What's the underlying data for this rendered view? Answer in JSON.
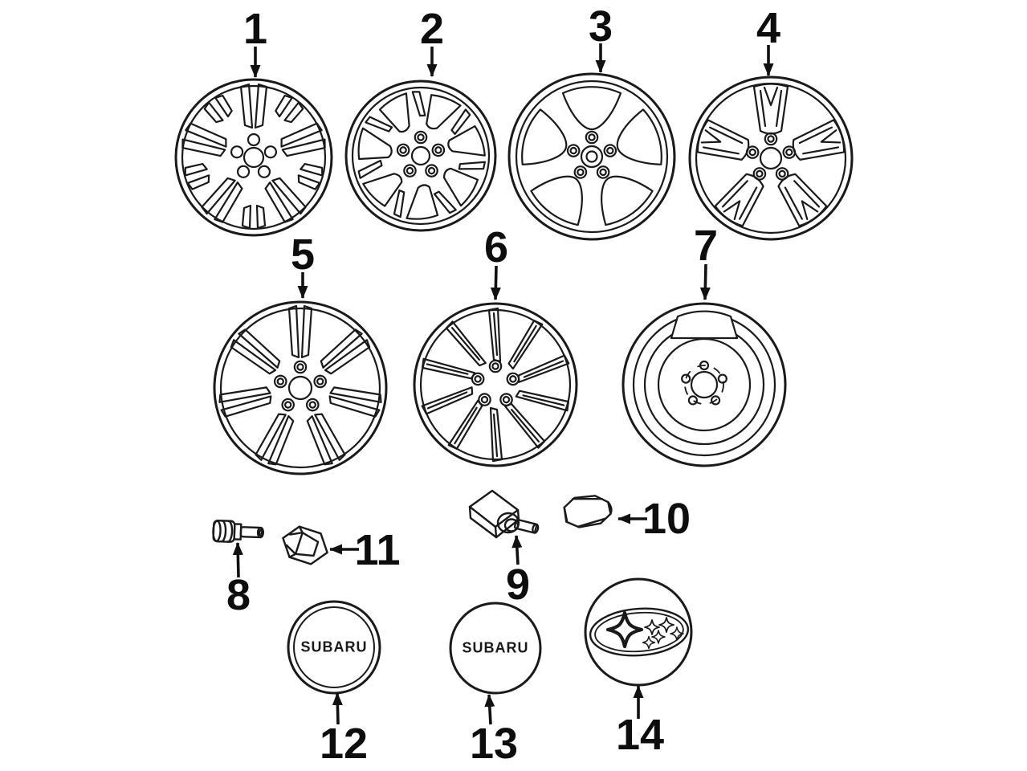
{
  "colors": {
    "line": "#1a1a1a",
    "background": "#ffffff",
    "label_text": "#0d0d0d"
  },
  "callout_numbers": [
    "1",
    "2",
    "3",
    "4",
    "5",
    "6",
    "7",
    "8",
    "9",
    "10",
    "11",
    "12",
    "13",
    "14"
  ],
  "caps": {
    "cap12_text": "SUBARU",
    "cap13_text": "SUBARU"
  }
}
